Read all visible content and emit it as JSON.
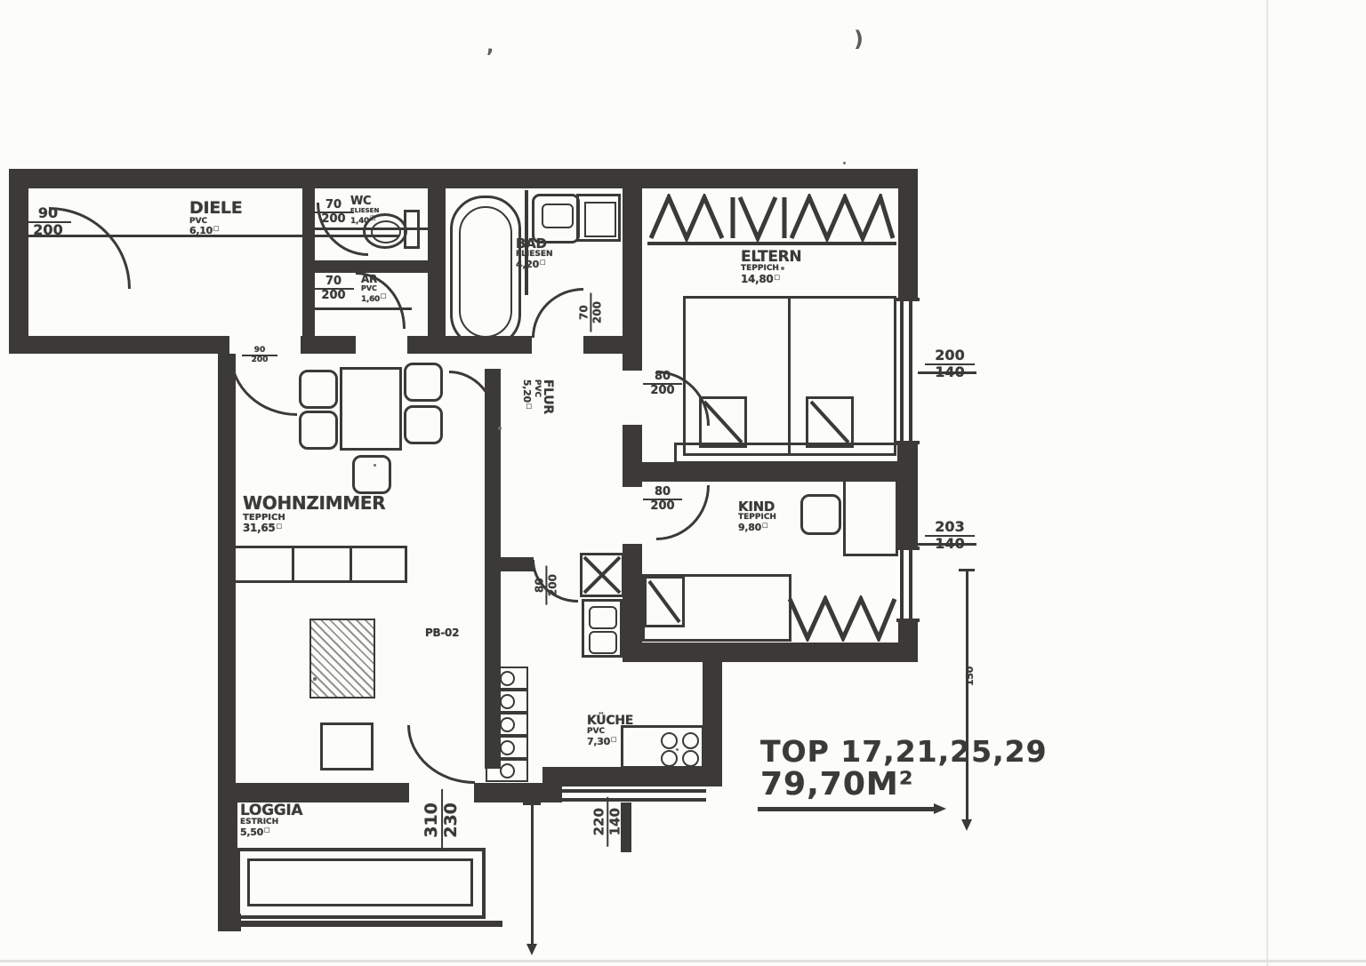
{
  "page": {
    "bg": "#fcfcf9",
    "ink": "#3b3a36"
  },
  "title_block": {
    "line1": "TOP 17,21,25,29",
    "line2": "79,70M²"
  },
  "rooms": [
    {
      "name": "DIELE",
      "floor": "PVC",
      "area": "6,10"
    },
    {
      "name": "WC",
      "floor": "FLIESEN",
      "area": "1,40"
    },
    {
      "name": "AR",
      "floor": "PVC",
      "area": "1,60"
    },
    {
      "name": "BAD",
      "floor": "FLIESEN",
      "area": "4,20"
    },
    {
      "name": "ELTERN",
      "floor": "TEPPICH",
      "area": "14,80"
    },
    {
      "name": "FLUR",
      "floor": "PVC",
      "area": "5,20"
    },
    {
      "name": "KIND",
      "floor": "TEPPICH",
      "area": "9,80"
    },
    {
      "name": "WOHNZIMMER",
      "floor": "TEPPICH",
      "area": "31,65"
    },
    {
      "name": "KÜCHE",
      "floor": "PVC",
      "area": "7,30"
    },
    {
      "name": "LOGGIA",
      "floor": "ESTRICH",
      "area": "5,50"
    }
  ],
  "doors": [
    {
      "room": "entrance",
      "w": "90",
      "h": "200"
    },
    {
      "room": "wc",
      "w": "70",
      "h": "200"
    },
    {
      "room": "ar",
      "w": "70",
      "h": "200"
    },
    {
      "room": "bad",
      "w": "70",
      "h": "200"
    },
    {
      "room": "eltern",
      "w": "80",
      "h": "200"
    },
    {
      "room": "kind",
      "w": "80",
      "h": "200"
    },
    {
      "room": "kueche",
      "w": "80",
      "h": "200"
    },
    {
      "room": "wohnzimmer",
      "w": "90",
      "h": "200"
    }
  ],
  "windows": [
    {
      "room": "eltern",
      "w": "200",
      "h": "140"
    },
    {
      "room": "kind",
      "w": "203",
      "h": "140"
    },
    {
      "room": "kueche",
      "w": "220",
      "h": "140"
    },
    {
      "room": "loggia",
      "w": "310",
      "h": "230"
    }
  ],
  "annotations": {
    "floor_panel": "PB-02",
    "right_dim": "150"
  },
  "artifacts": {
    "mark_top_left": ",",
    "mark_top_right": ")"
  }
}
